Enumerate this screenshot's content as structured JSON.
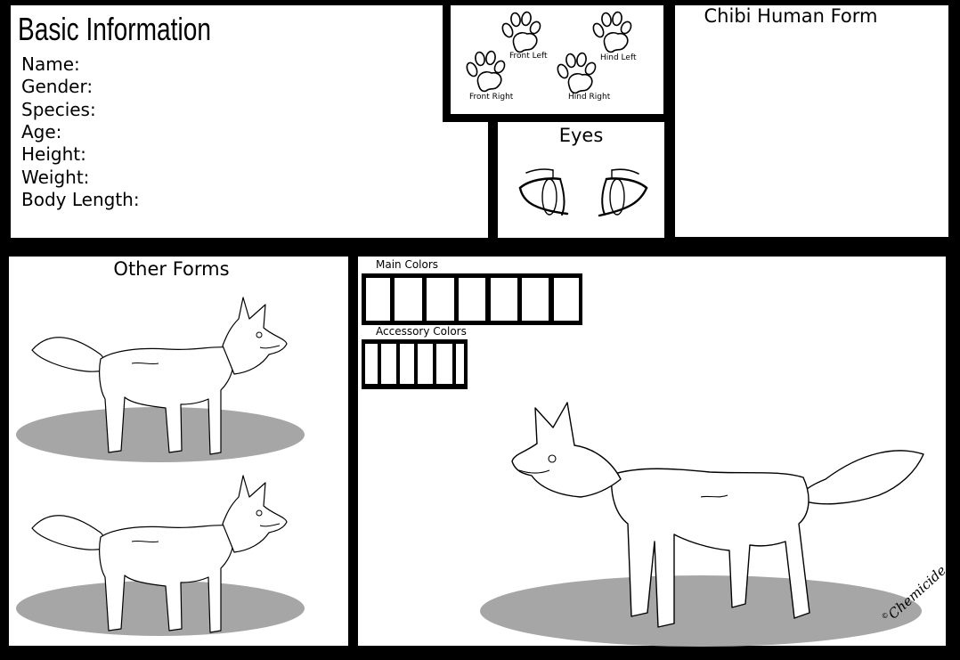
{
  "sheet": {
    "basic_info": {
      "title": "Basic Information",
      "fields": [
        {
          "label": "Name:",
          "value": ""
        },
        {
          "label": "Gender:",
          "value": ""
        },
        {
          "label": "Species:",
          "value": ""
        },
        {
          "label": "Age:",
          "value": ""
        },
        {
          "label": "Height:",
          "value": ""
        },
        {
          "label": "Weight:",
          "value": ""
        },
        {
          "label": "Body Length:",
          "value": ""
        }
      ]
    },
    "paws": {
      "labels": [
        "Front Left",
        "Hind Left",
        "Front Right",
        "Hind Right"
      ]
    },
    "eyes": {
      "title": "Eyes"
    },
    "chibi": {
      "title": "Chibi Human Form"
    },
    "other_forms": {
      "title": "Other Forms"
    },
    "colors": {
      "main_label": "Main Colors",
      "main_count": 7,
      "accessory_label": "Accessory Colors",
      "accessory_count": 6
    },
    "signature": "Chemicide",
    "copyright_symbol": "©"
  },
  "palette": {
    "frame": "#000000",
    "panel": "#ffffff",
    "shadow": "#a6a6a6"
  }
}
